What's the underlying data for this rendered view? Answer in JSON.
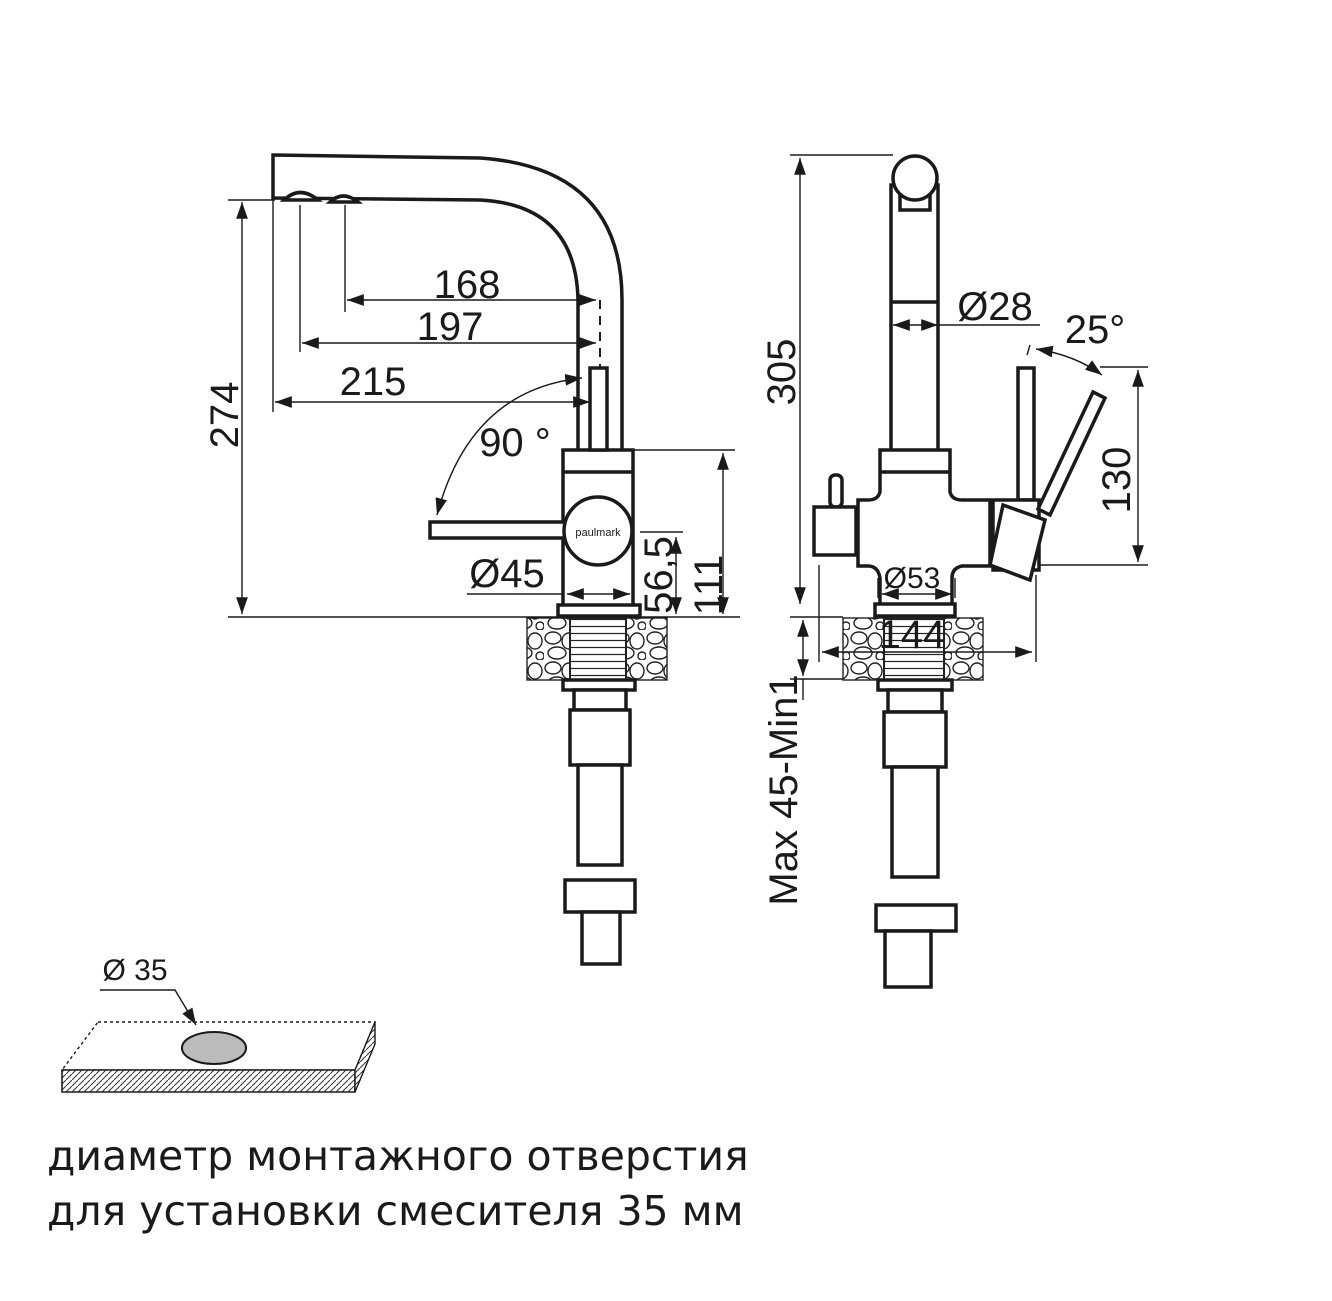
{
  "side_view": {
    "brand": "paulmark",
    "dims": {
      "reach_168": "168",
      "reach_197": "197",
      "reach_215": "215",
      "height_274": "274",
      "angle_90": "90 °",
      "dia_45": "Ø45",
      "h_56_5": "56,5",
      "h_111": "111"
    }
  },
  "front_view": {
    "dims": {
      "height_305": "305",
      "dia_28": "Ø28",
      "angle_25": "25°",
      "h_130": "130",
      "dia_53": "Ø53",
      "w_144": "144",
      "thickness": "Max 45-Min1"
    }
  },
  "hole": {
    "label": "Ø 35"
  },
  "caption": {
    "line1": "диаметр монтажного отверстия",
    "line2": "для установки смесителя 35 мм"
  }
}
